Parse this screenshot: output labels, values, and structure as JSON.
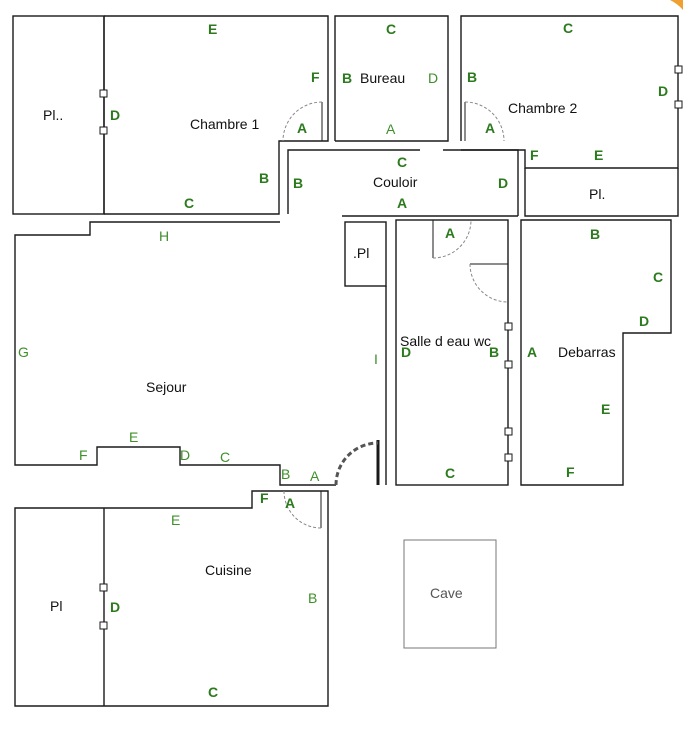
{
  "rooms": {
    "pl_top_left": "Pl..",
    "chambre1": "Chambre 1",
    "bureau": "Bureau",
    "chambre2": "Chambre 2",
    "couloir": "Couloir",
    "pl_right": "Pl.",
    "pl_small": ".Pl",
    "sejour": "Sejour",
    "salle_eau": "Salle d eau wc",
    "debarras": "Debarras",
    "cuisine": "Cuisine",
    "pl_bottom_left": "Pl",
    "cave": "Cave"
  },
  "wall_labels": {
    "chambre1": [
      "E",
      "F",
      "D",
      "A",
      "B",
      "C"
    ],
    "bureau": [
      "C",
      "B",
      "D",
      "A"
    ],
    "chambre2": [
      "C",
      "B",
      "D",
      "A",
      "F",
      "E"
    ],
    "couloir": [
      "C",
      "B",
      "D",
      "A"
    ],
    "sejour": [
      "H",
      "G",
      "I",
      "F",
      "E",
      "D",
      "C",
      "B",
      "A"
    ],
    "salle_eau": [
      "A",
      "D",
      "B",
      "C"
    ],
    "debarras": [
      "B",
      "C",
      "D",
      "A",
      "E",
      "F"
    ],
    "cuisine": [
      "F",
      "A",
      "E",
      "D",
      "B",
      "C"
    ]
  }
}
